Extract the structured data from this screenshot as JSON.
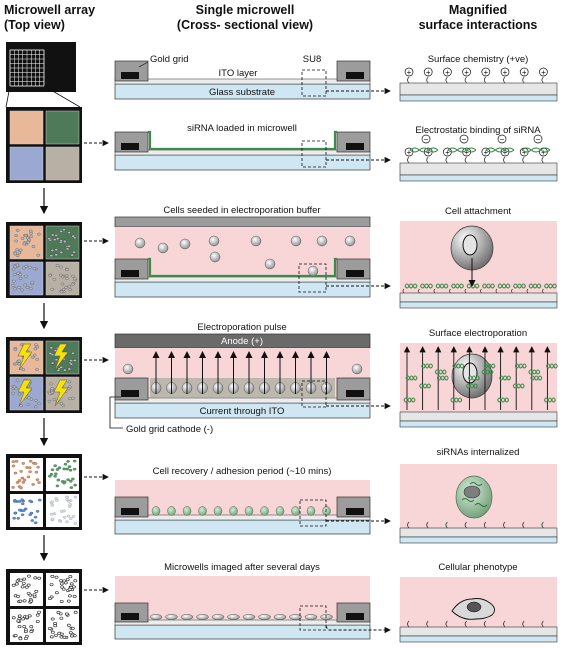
{
  "headers": {
    "col1_line1": "Microwell array",
    "col1_line2": "(Top view)",
    "col2_line1": "Single microwell",
    "col2_line2": "(Cross- sectional view)",
    "col3_line1": "Magnified",
    "col3_line2": "surface interactions"
  },
  "row1": {
    "gold_grid": "Gold grid",
    "ito_layer": "ITO layer",
    "su8": "SU8",
    "glass": "Glass substrate",
    "right_title": "Surface chemistry (+ve)"
  },
  "row2": {
    "label": "siRNA loaded in microwell",
    "right_title": "Electrostatic binding of siRNA"
  },
  "row3": {
    "label": "Cells seeded in electroporation buffer",
    "right_title": "Cell attachment"
  },
  "row4": {
    "label": "Electroporation pulse",
    "anode": "Anode (+)",
    "current": "Current through ITO",
    "cathode": "Gold grid cathode (-)",
    "right_title": "Surface electroporation"
  },
  "row5": {
    "label": "Cell recovery / adhesion period (~10 mins)",
    "right_title": "siRNAs internalized"
  },
  "row6": {
    "label": "Microwells imaged after several days",
    "right_title": "Cellular phenotype"
  },
  "symbols": {
    "plus": "+",
    "minus": "−"
  },
  "colors": {
    "glass": "#cfe6f3",
    "buffer": "#f8d5d6",
    "su8": "#9c9c9c",
    "gold": "#111111",
    "sirna_green": "#3c8b4b",
    "well_orange": "#e8b89a",
    "well_green": "#4f7a5a",
    "well_blue": "#9ba9d2",
    "well_gray": "#b8b0a4"
  }
}
